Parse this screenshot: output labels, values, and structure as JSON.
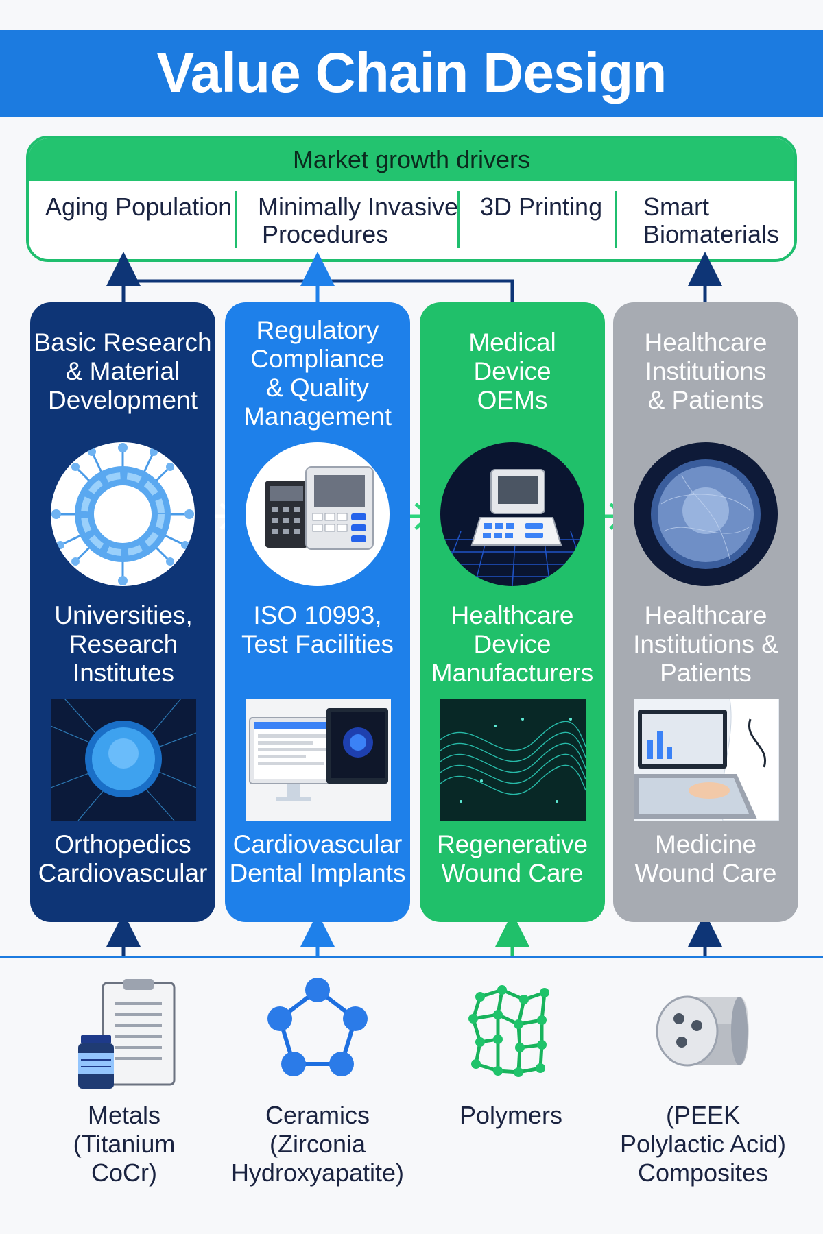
{
  "header": {
    "title": "Value Chain Design"
  },
  "drivers": {
    "title": "Market growth drivers",
    "items": [
      {
        "line1": "Aging Population",
        "line2": ""
      },
      {
        "line1": "Minimally Invasive",
        "line2": "Procedures"
      },
      {
        "line1": "3D Printing",
        "line2": ""
      },
      {
        "line1": "Smart",
        "line2": "Biomaterials"
      }
    ]
  },
  "columns": [
    {
      "title": [
        "Basic Research",
        "& Material",
        "Development"
      ],
      "circle_icon": "biomaterial-ring-icon",
      "mid": [
        "Universities,",
        "Research Institutes"
      ],
      "thumb_icon": "cell-network-image",
      "bottom": [
        "Orthopedics",
        "Cardiovascular"
      ]
    },
    {
      "title": [
        "Regulatory",
        "Compliance",
        "& Quality",
        "Management"
      ],
      "circle_icon": "test-equipment-icon",
      "mid": [
        "ISO 10993,",
        "Test Facilities"
      ],
      "thumb_icon": "quality-monitors-image",
      "bottom": [
        "Cardiovascular",
        "Dental Implants"
      ]
    },
    {
      "title": [
        "Medical",
        "Device",
        "OEMs"
      ],
      "circle_icon": "device-terminal-icon",
      "mid": [
        "Healthcare",
        "Device",
        "Manufacturers"
      ],
      "thumb_icon": "wave-mesh-image",
      "bottom": [
        "Regenerative",
        "Wound Care"
      ]
    },
    {
      "title": [
        "Healthcare",
        "Institutions",
        "& Patients"
      ],
      "circle_icon": "cell-sphere-icon",
      "mid": [
        "Healthcare",
        "Institutions &",
        "Patients"
      ],
      "thumb_icon": "doctor-laptop-image",
      "bottom": [
        "Medicine",
        "Wound Care"
      ]
    }
  ],
  "materials": [
    {
      "icon": "clipboard-bottle-icon",
      "lines": [
        "Metals",
        "(Titanium",
        "CoCr)"
      ]
    },
    {
      "icon": "pentagon-molecule-icon",
      "lines": [
        "Ceramics",
        "(Zirconia",
        "Hydroxyapatite)"
      ]
    },
    {
      "icon": "polymer-chain-icon",
      "lines": [
        "Polymers"
      ]
    },
    {
      "icon": "composite-cylinder-icon",
      "lines": [
        "(PEEK",
        "Polylactic Acid)",
        "Composites"
      ]
    }
  ],
  "colors": {
    "header_blue": "#1c7be0",
    "navy": "#0e3576",
    "blue": "#1e80ea",
    "green": "#20c06a",
    "gray": "#a7abb2"
  }
}
